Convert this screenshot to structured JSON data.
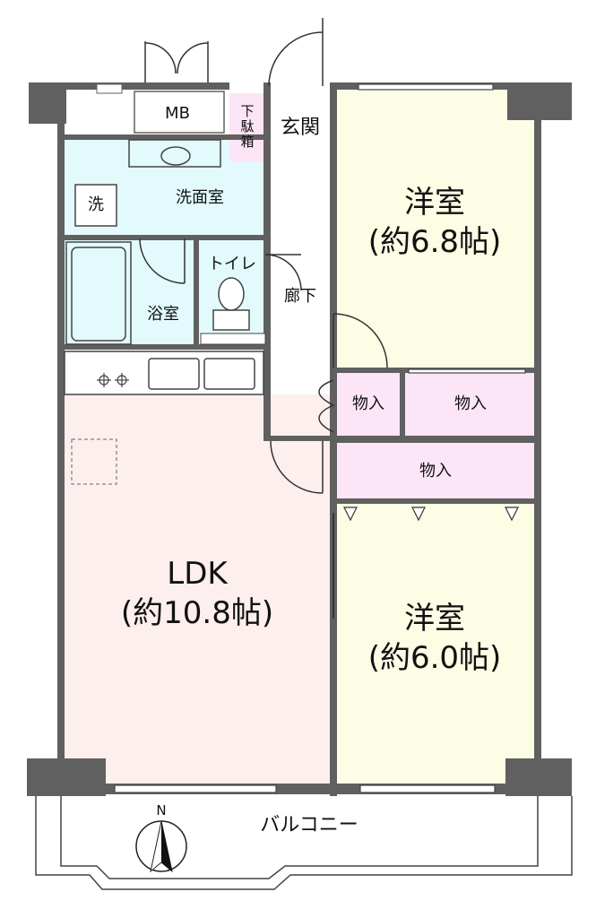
{
  "rooms": {
    "mb": "MB",
    "shoe_box": "下駄箱",
    "entrance": "玄関",
    "washroom": "洗面室",
    "washer": "洗",
    "toilet": "トイレ",
    "bath": "浴室",
    "hallway": "廊下",
    "western1": {
      "name": "洋室",
      "size": "(約6.8帖)"
    },
    "storage1": "物入",
    "storage2": "物入",
    "storage3": "物入",
    "ldk": {
      "name": "LDK",
      "size": "(約10.8帖)"
    },
    "western2": {
      "name": "洋室",
      "size": "(約6.0帖)"
    },
    "balcony": "バルコニー"
  },
  "compass": "N",
  "colors": {
    "wall": "#606060",
    "wet_area": "#e2fafb",
    "western": "#fdfce5",
    "ldk": "#fcefed",
    "storage": "#fce5f7",
    "hallway": "#ffffff"
  }
}
